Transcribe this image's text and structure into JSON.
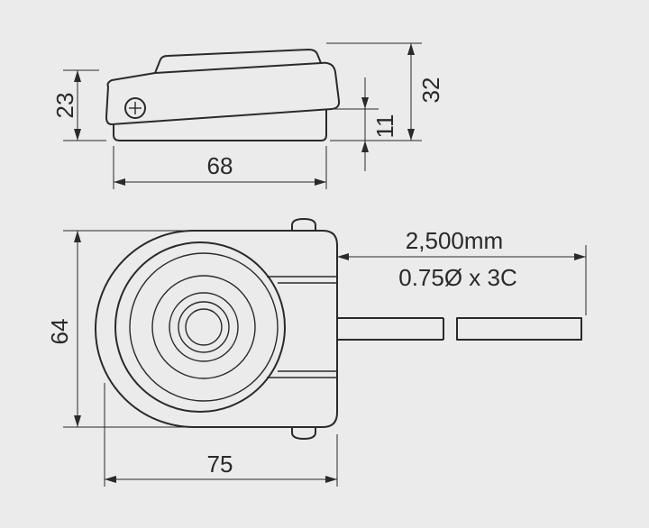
{
  "side_view": {
    "height_label": "23",
    "total_height_label": "32",
    "base_height_label": "11",
    "depth_label": "68"
  },
  "top_view": {
    "height_label": "64",
    "width_label": "75",
    "cable_length_label": "2,500mm",
    "cable_spec_label": "0.75Ø x 3C"
  }
}
